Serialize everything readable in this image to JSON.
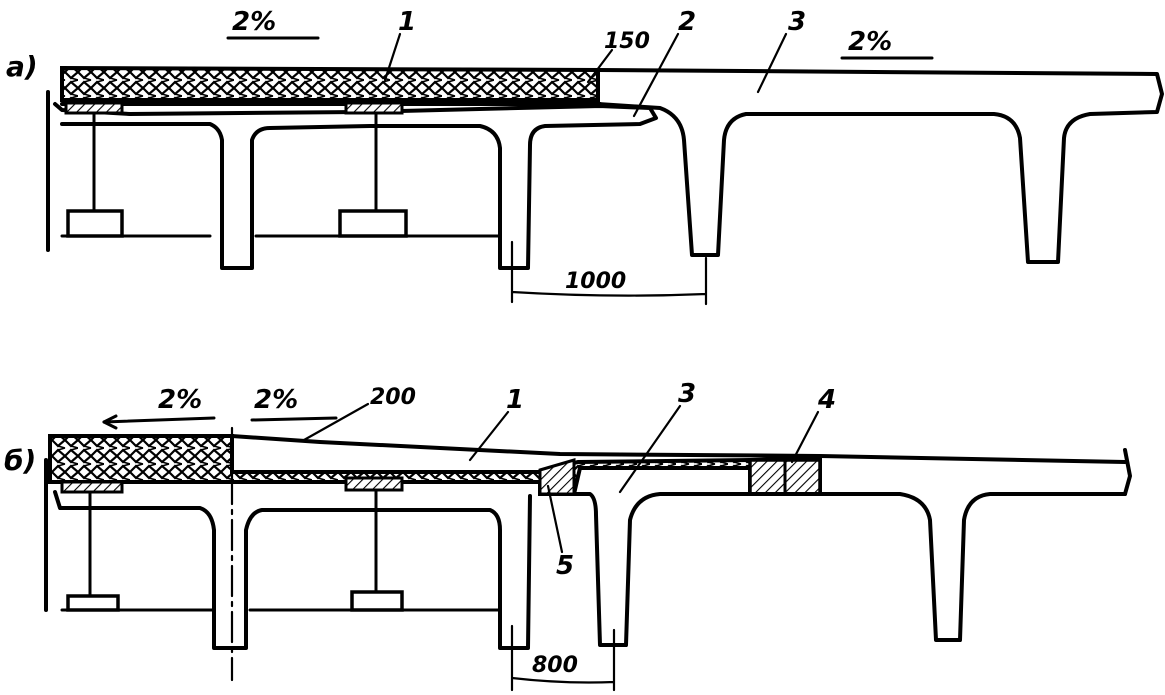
{
  "figure": {
    "panel_a": {
      "label": "a)",
      "slope_left": "2%",
      "slope_right": "2%",
      "callout_1": "1",
      "callout_2": "2",
      "callout_3": "3",
      "thickness": "150",
      "gap_dimension": "1000"
    },
    "panel_b": {
      "label": "б)",
      "slope_left": "2%",
      "slope_mid": "2%",
      "thickness": "200",
      "callout_1": "1",
      "callout_3": "3",
      "callout_4": "4",
      "callout_5": "5",
      "gap_dimension": "800"
    }
  }
}
